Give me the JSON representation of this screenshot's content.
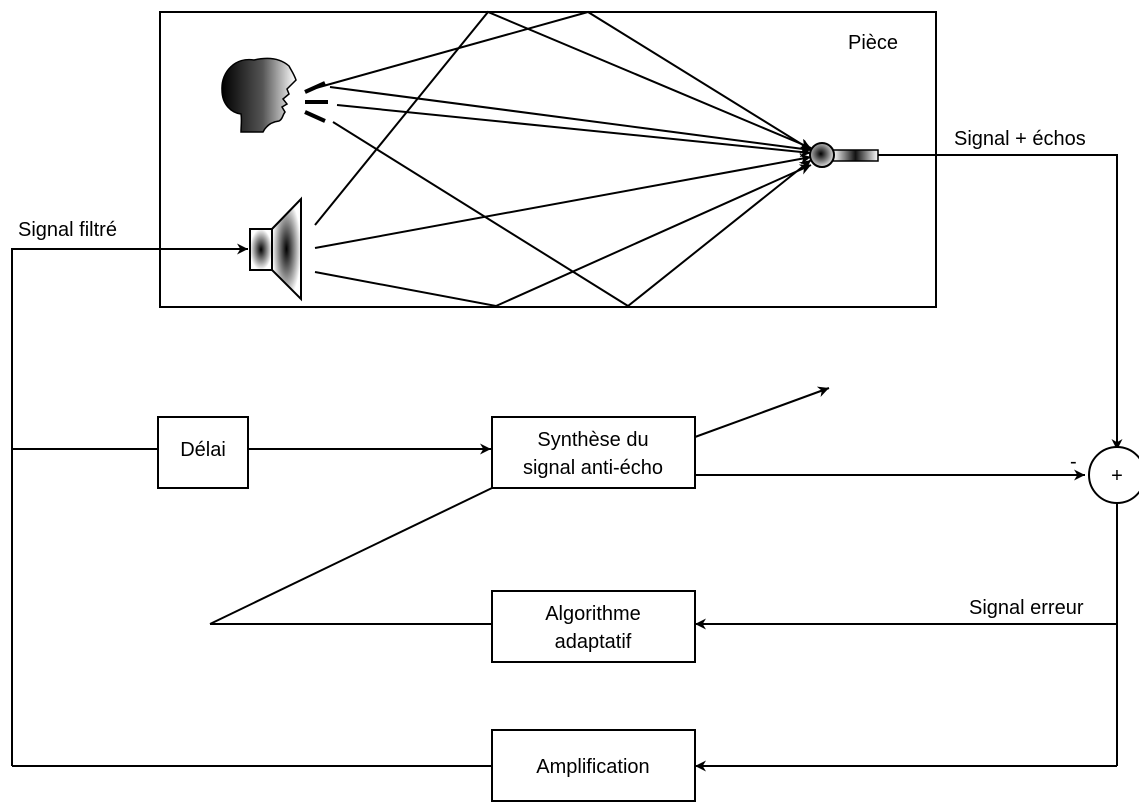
{
  "labels": {
    "room": "Pièce",
    "signal_echoes": "Signal + échos",
    "filtered_signal": "Signal filtré",
    "error_signal": "Signal erreur",
    "minus_sign": "-",
    "plus_sign": "+"
  },
  "blocks": {
    "delay": "Délai",
    "synthesis_line1": "Synthèse du",
    "synthesis_line2": "signal anti-écho",
    "algorithm_line1": "Algorithme",
    "algorithm_line2": "adaptatif",
    "amplification": "Amplification"
  },
  "icons": [
    "speaking-head-icon",
    "loudspeaker-icon",
    "microphone-icon"
  ]
}
